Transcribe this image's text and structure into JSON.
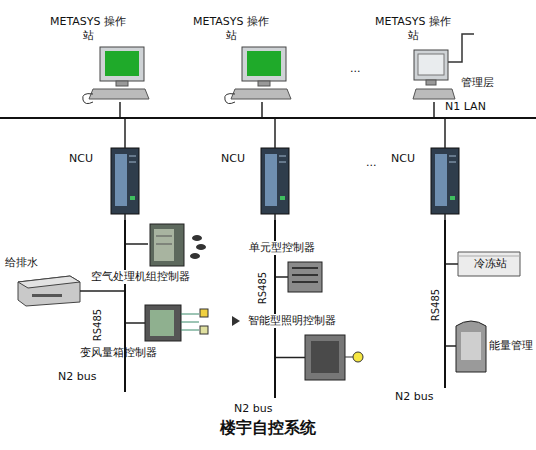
{
  "diagram": {
    "caption": "楼宇自控系统",
    "nodes": [
      {
        "text": [
          "METASYS 操作站"
        ]
      },
      {
        "text": [
          "METASYS 操作站"
        ]
      },
      {
        "text": [
          "METASYS 操作站"
        ]
      },
      {
        "text": [
          "N1 LAN"
        ]
      },
      {
        "text": [
          "NCU"
        ]
      },
      {
        "text": [
          "NCU"
        ]
      },
      {
        "text": [
          "NCU"
        ]
      },
      {
        "text": [
          "N2 bus"
        ]
      },
      {
        "text": [
          "N2 bus"
        ]
      },
      {
        "text": [
          "N2 bus"
        ]
      },
      {
        "text": [
          "空气处理机组控制器"
        ]
      },
      {
        "text": [
          "给排水"
        ]
      },
      {
        "text": [
          "变风量箱控制器"
        ]
      },
      {
        "text": [
          "单元型控制器"
        ]
      },
      {
        "text": [
          "智能型照明控制器"
        ]
      },
      {
        "text": [
          "冷冻站"
        ]
      },
      {
        "text": [
          "能量管理"
        ]
      }
    ],
    "edges": [
      {
        "from": 0,
        "to": 3,
        "arrow": "none"
      },
      {
        "from": 1,
        "to": 3,
        "arrow": "none"
      },
      {
        "from": 2,
        "to": 3,
        "arrow": "none"
      },
      {
        "from": 3,
        "to": 4,
        "arrow": "none"
      },
      {
        "from": 3,
        "to": 5,
        "arrow": "none"
      },
      {
        "from": 3,
        "to": 6,
        "arrow": "none"
      },
      {
        "from": 4,
        "to": 7,
        "arrow": "none"
      },
      {
        "from": 5,
        "to": 8,
        "arrow": "none"
      },
      {
        "from": 6,
        "to": 9,
        "arrow": "none"
      },
      {
        "from": 7,
        "to": 10,
        "arrow": "none"
      },
      {
        "from": 7,
        "to": 11,
        "arrow": "none"
      },
      {
        "from": 7,
        "to": 12,
        "arrow": "none"
      },
      {
        "from": 8,
        "to": 13,
        "arrow": "none"
      },
      {
        "from": 8,
        "to": 14,
        "arrow": "none"
      },
      {
        "from": 9,
        "to": 15,
        "arrow": "none"
      },
      {
        "from": 9,
        "to": 16,
        "arrow": "none"
      }
    ],
    "labels": [
      "...",
      "管理层",
      "...",
      "RS485",
      "RS485",
      "RS485"
    ]
  }
}
